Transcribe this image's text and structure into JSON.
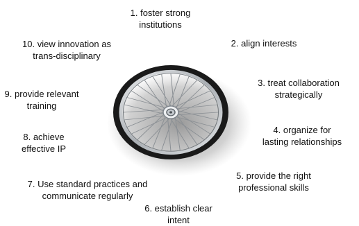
{
  "principles": [
    {
      "number": "1",
      "lines": [
        "1. foster strong",
        "institutions"
      ]
    },
    {
      "number": "2",
      "lines": [
        "2. align interests"
      ]
    },
    {
      "number": "3",
      "lines": [
        "3. treat collaboration",
        "strategically"
      ]
    },
    {
      "number": "4",
      "lines": [
        "4. organize for",
        "lasting relationships"
      ]
    },
    {
      "number": "5",
      "lines": [
        "5. provide the right",
        "professional skills"
      ]
    },
    {
      "number": "6",
      "lines": [
        "6. establish clear",
        "intent"
      ]
    },
    {
      "number": "7",
      "lines": [
        "7. Use standard practices and",
        "communicate regularly"
      ]
    },
    {
      "number": "8",
      "lines": [
        "8. achieve",
        "effective IP"
      ]
    },
    {
      "number": "9",
      "lines": [
        "9. provide relevant",
        "training"
      ]
    },
    {
      "number": "10",
      "lines": [
        "10. view innovation as",
        "trans-disciplinary"
      ]
    }
  ],
  "wheel_icon": "bicycle-wheel-icon",
  "colors": {
    "text": "#111111",
    "tire": "#1a1a1a",
    "rim": "#bfc3c7",
    "spoke": "#8a8f94",
    "hub": "#d0d4d8",
    "shadow": "#9a9a9a"
  }
}
